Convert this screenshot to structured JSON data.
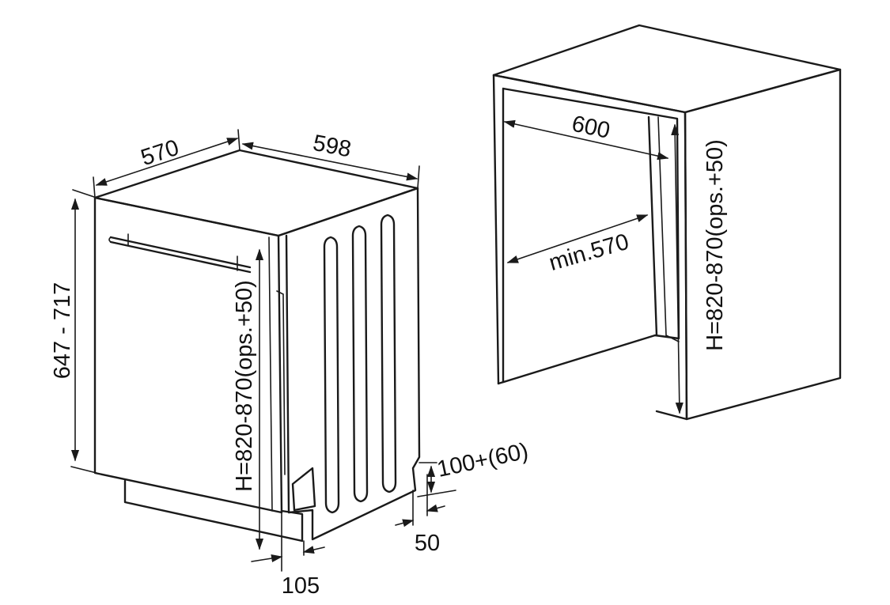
{
  "dishwasher": {
    "depth_label": "570",
    "width_label": "598",
    "door_height_label": "647 - 717",
    "niche_height_label": "H=820-870(ops.+50)",
    "plinth_height_label": "100+(60)",
    "plinth_setback_label": "50",
    "door_overhang_label": "105"
  },
  "niche": {
    "width_label": "600",
    "depth_label": "min.570",
    "height_label": "H=820-870(ops.+50)"
  }
}
